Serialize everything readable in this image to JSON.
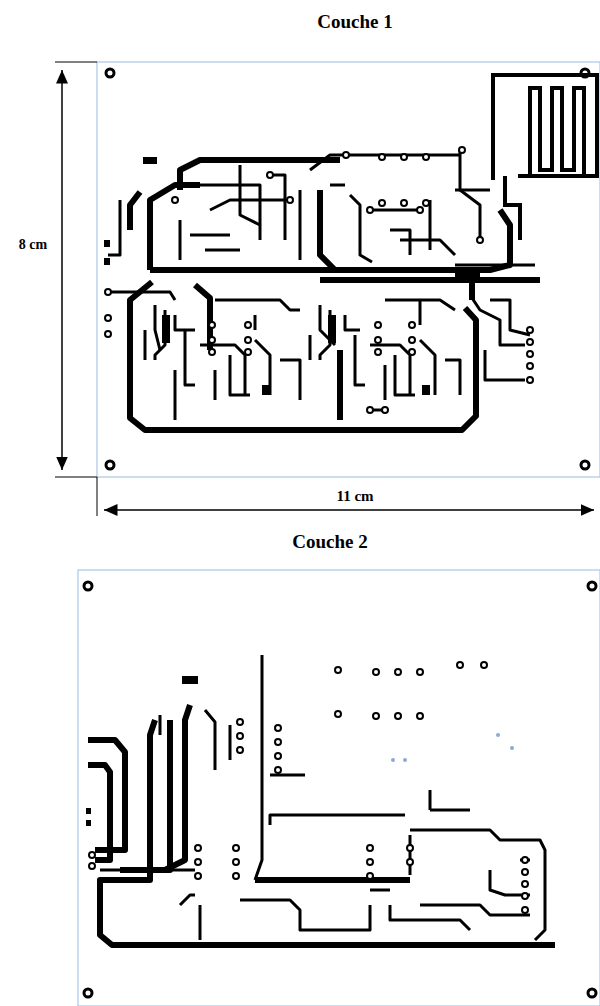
{
  "diagram": {
    "labels": [
      "Couche 1",
      "8 cm",
      "11 cm",
      "Couche 2"
    ]
  }
}
